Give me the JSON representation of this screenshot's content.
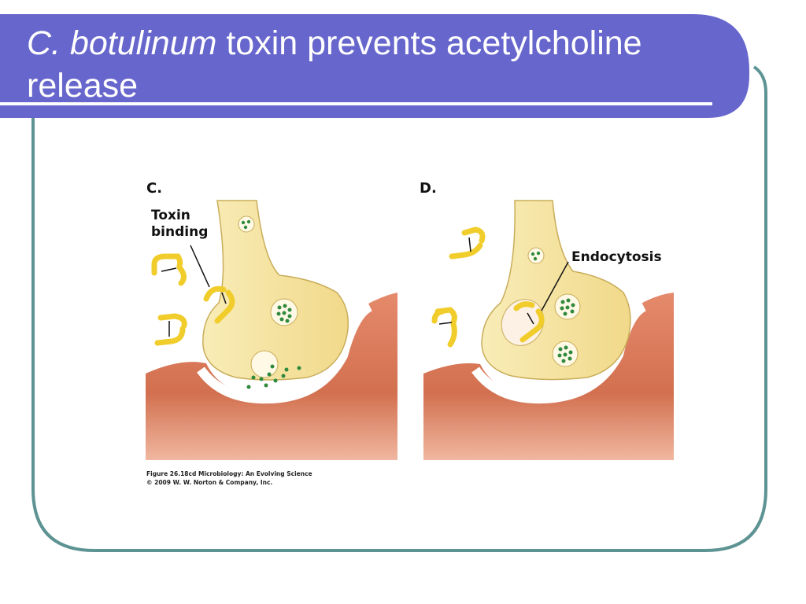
{
  "slide": {
    "title_italic": "C. botulinum",
    "title_rest": " toxin prevents acetylcholine release"
  },
  "figure": {
    "panel_c": {
      "letter": "C.",
      "label_line1": "Toxin",
      "label_line2": "binding"
    },
    "panel_d": {
      "letter": "D.",
      "label": "Endocytosis"
    },
    "caption_line1": "Figure 26.18cd  Microbiology: An Evolving Science",
    "caption_line2": "© 2009 W. W. Norton & Company, Inc."
  },
  "colors": {
    "title_bar": "#6766cc",
    "frame": "#5e9393",
    "axon": "#f6e39a",
    "terminal": "#e9cf7a",
    "muscle": "#d9765a",
    "toxin": "#f1cd2c",
    "acetylcholine": "#2f8a3e"
  }
}
